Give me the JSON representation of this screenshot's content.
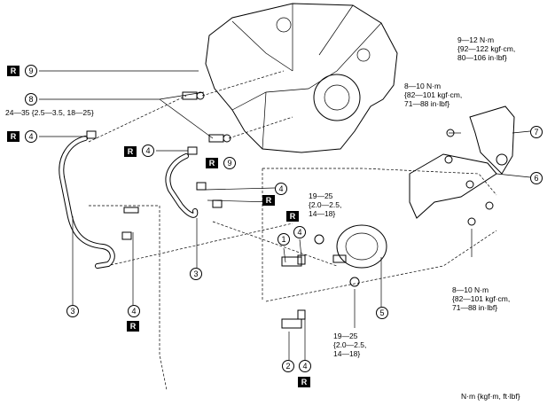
{
  "badge_text": "R",
  "callout_numbers": {
    "c1": "1",
    "c2": "2",
    "c3a": "3",
    "c3b": "3",
    "c4a": "4",
    "c4b": "4",
    "c4c": "4",
    "c4d": "4",
    "c4e": "4",
    "c4f": "4",
    "c5": "5",
    "c6": "6",
    "c7": "7",
    "c8": "8",
    "c9a": "9",
    "c9b": "9"
  },
  "torque_specs": {
    "fitting_8": "24—35 {2.5—3.5, 18—25}",
    "bracket_7": [
      "9—12 N·m",
      "{92—122 kgf·cm,",
      "80—106 in·lbf}"
    ],
    "bracket_upper": [
      "8—10 N·m",
      "{82—101 kgf·cm,",
      "71—88 in·lbf}"
    ],
    "bracket_lower": [
      "8—10 N·m",
      "{82—101 kgf·cm,",
      "71—88 in·lbf}"
    ],
    "nut_upper": [
      "19—25",
      "{2.0—2.5,",
      "14—18}"
    ],
    "nut_lower": [
      "19—25",
      "{2.0—2.5,",
      "14—18}"
    ]
  },
  "units_note": "N·m {kgf·m, ft·lbf}"
}
